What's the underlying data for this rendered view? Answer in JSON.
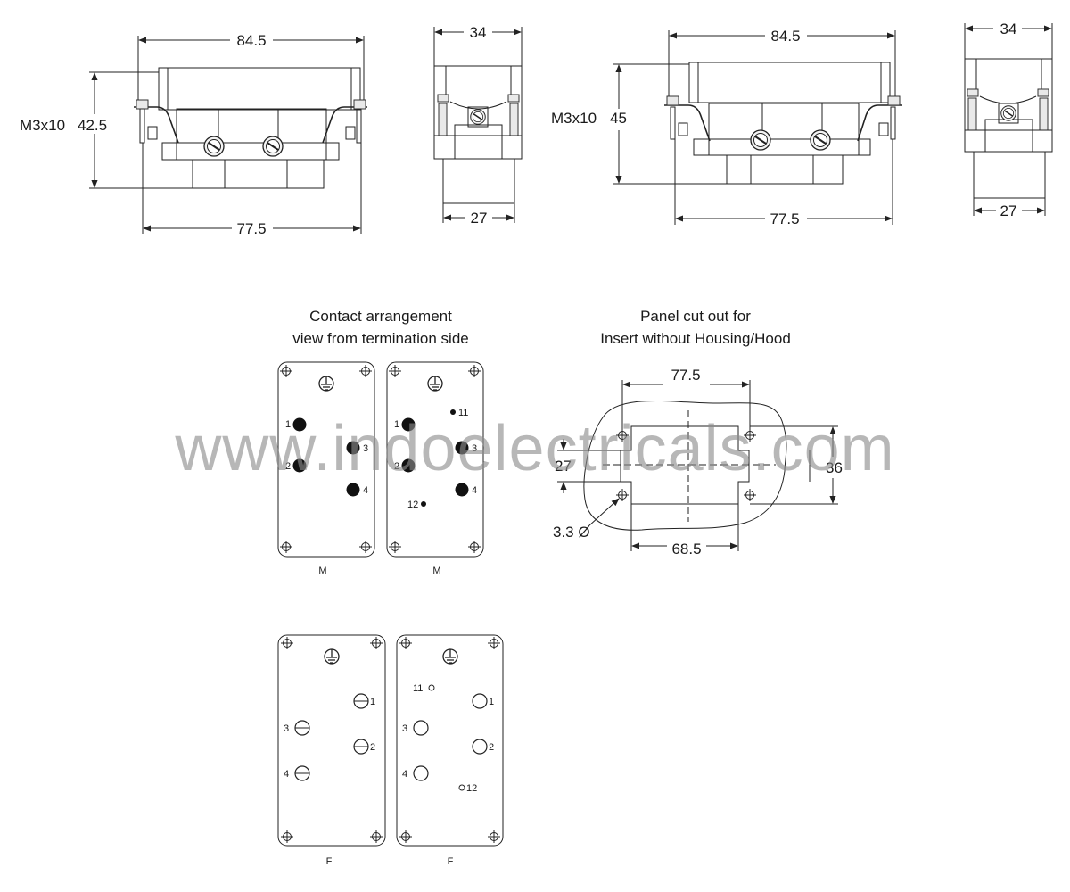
{
  "drawing": {
    "views": {
      "front_a": {
        "width_top": "84.5",
        "width_bottom": "77.5",
        "screw": "M3x10",
        "height": "42.5"
      },
      "side_a": {
        "width_top": "34",
        "width_bottom": "27"
      },
      "front_b": {
        "width_top": "84.5",
        "width_bottom": "77.5",
        "screw": "M3x10",
        "height": "45"
      },
      "side_b": {
        "width_top": "34",
        "width_bottom": "27"
      }
    },
    "contact_arrangement": {
      "title_line1": "Contact arrangement",
      "title_line2": "view from termination side",
      "male_label": "M",
      "female_label": "F",
      "pins_main": [
        "1",
        "2",
        "3",
        "4"
      ],
      "pins_aux": [
        "11",
        "12"
      ]
    },
    "panel_cutout": {
      "title_line1": "Panel cut out for",
      "title_line2": "Insert without Housing/Hood",
      "dim_top": "77.5",
      "dim_bottom": "68.5",
      "dim_left": "27",
      "dim_right": "36",
      "hole": "3.3 Ø"
    },
    "watermark": "www.indoelectricals.com"
  }
}
